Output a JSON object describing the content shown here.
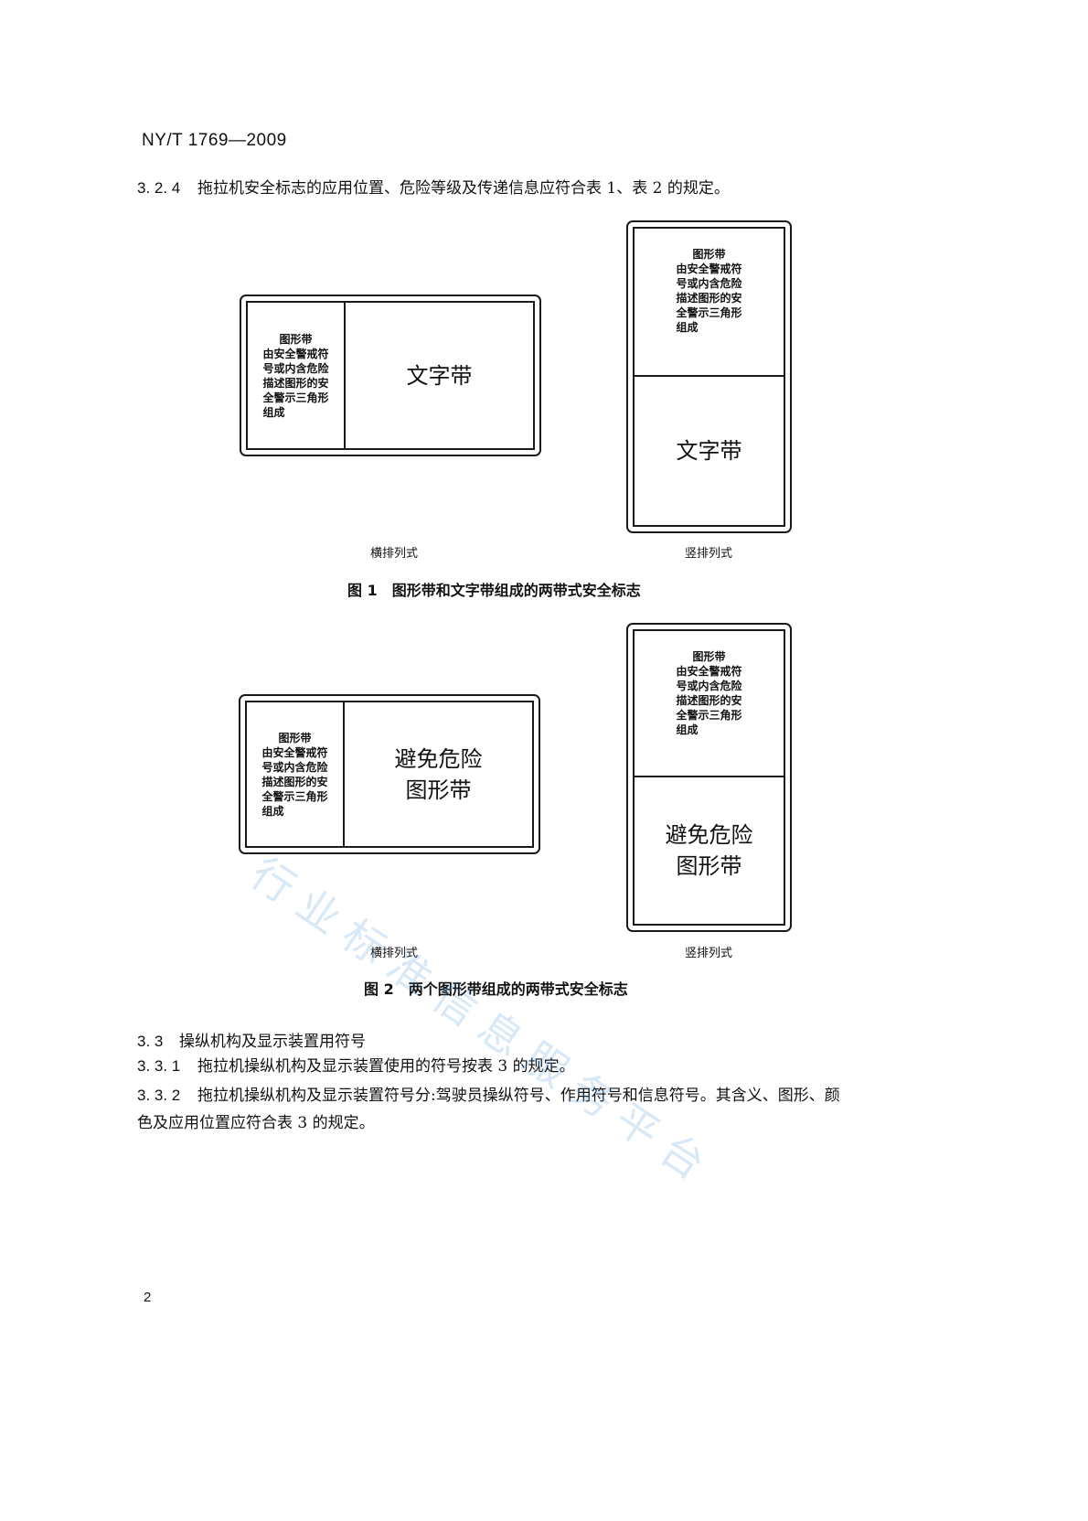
{
  "header": {
    "doc_id": "NY/T 1769—2009"
  },
  "s324": {
    "num": "3. 2. 4",
    "text": "拖拉机安全标志的应用位置、危险等级及传递信息应符合表 1、表 2 的规定。"
  },
  "graphic_band": [
    "图形带",
    "由安全警戒符",
    "号或内含危险",
    "描述图形的安",
    "全警示三角形",
    "组成"
  ],
  "fig1": {
    "text_band": "文字带",
    "horizontal_label": "横排列式",
    "vertical_label": "竖排列式",
    "caption": "图 1　图形带和文字带组成的两带式安全标志"
  },
  "fig2": {
    "avoid_line1": "避免危险",
    "avoid_line2": "图形带",
    "horizontal_label": "横排列式",
    "vertical_label": "竖排列式",
    "caption": "图 2　两个图形带组成的两带式安全标志"
  },
  "s33": {
    "num": "3. 3",
    "text": "操纵机构及显示装置用符号"
  },
  "s331": {
    "num": "3. 3. 1",
    "text": "拖拉机操纵机构及显示装置使用的符号按表 3 的规定。"
  },
  "s332": {
    "num": "3. 3. 2",
    "text_line1": "拖拉机操纵机构及显示装置符号分:驾驶员操纵符号、作用符号和信息符号。其含义、图形、颜",
    "text_line2": "色及应用位置应符合表 3 的规定。"
  },
  "watermark": "行业标准信息服务平台",
  "page_number": "2"
}
